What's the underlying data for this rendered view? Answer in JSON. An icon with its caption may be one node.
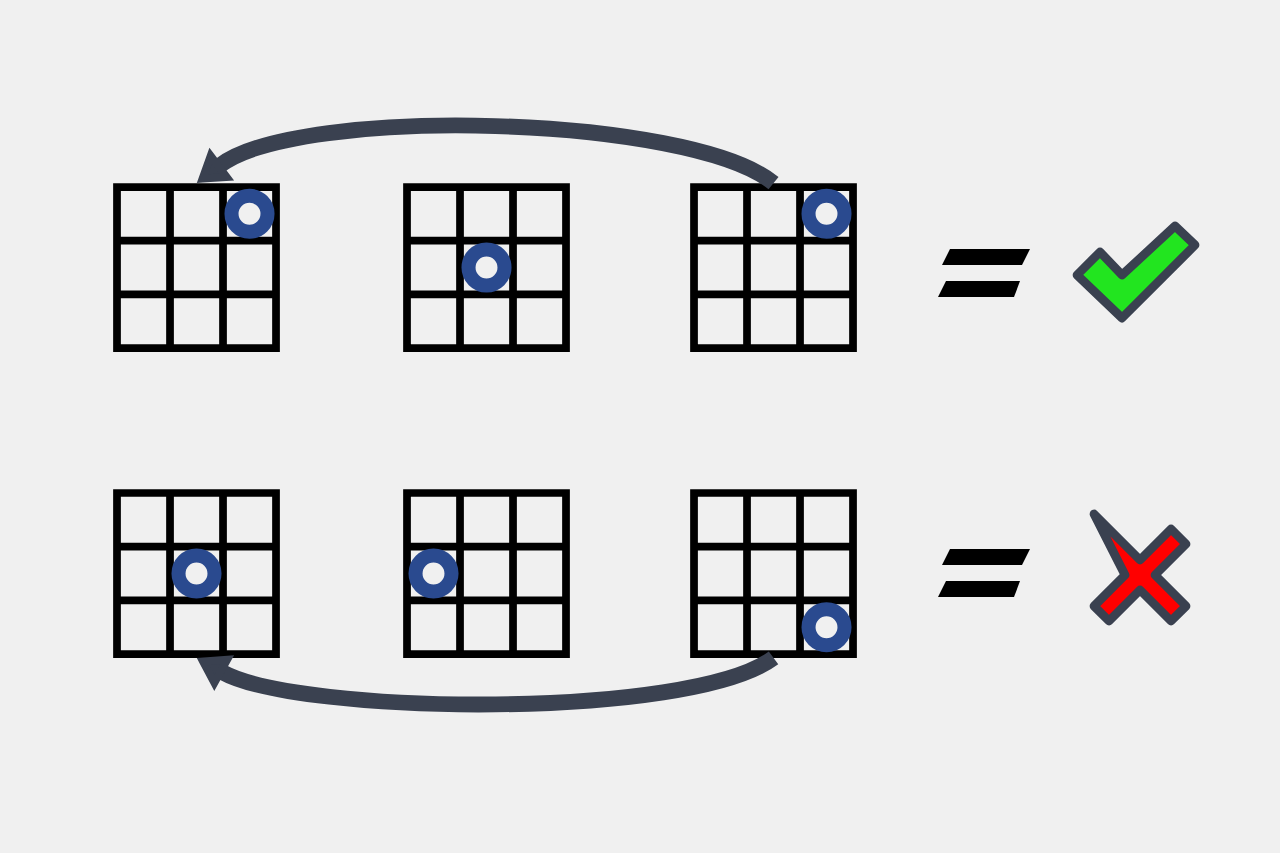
{
  "diagram": {
    "nodes": [
      {
        "text": [],
        "shape": "grid"
      },
      {
        "text": [],
        "shape": "grid"
      },
      {
        "text": [],
        "shape": "grid"
      },
      {
        "text": [],
        "shape": "grid"
      },
      {
        "text": [],
        "shape": "grid"
      },
      {
        "text": [],
        "shape": "grid"
      }
    ],
    "edges": [
      {
        "from": 2,
        "to": 0,
        "arrow": "to"
      },
      {
        "from": 5,
        "to": 3,
        "arrow": "to"
      }
    ]
  }
}
